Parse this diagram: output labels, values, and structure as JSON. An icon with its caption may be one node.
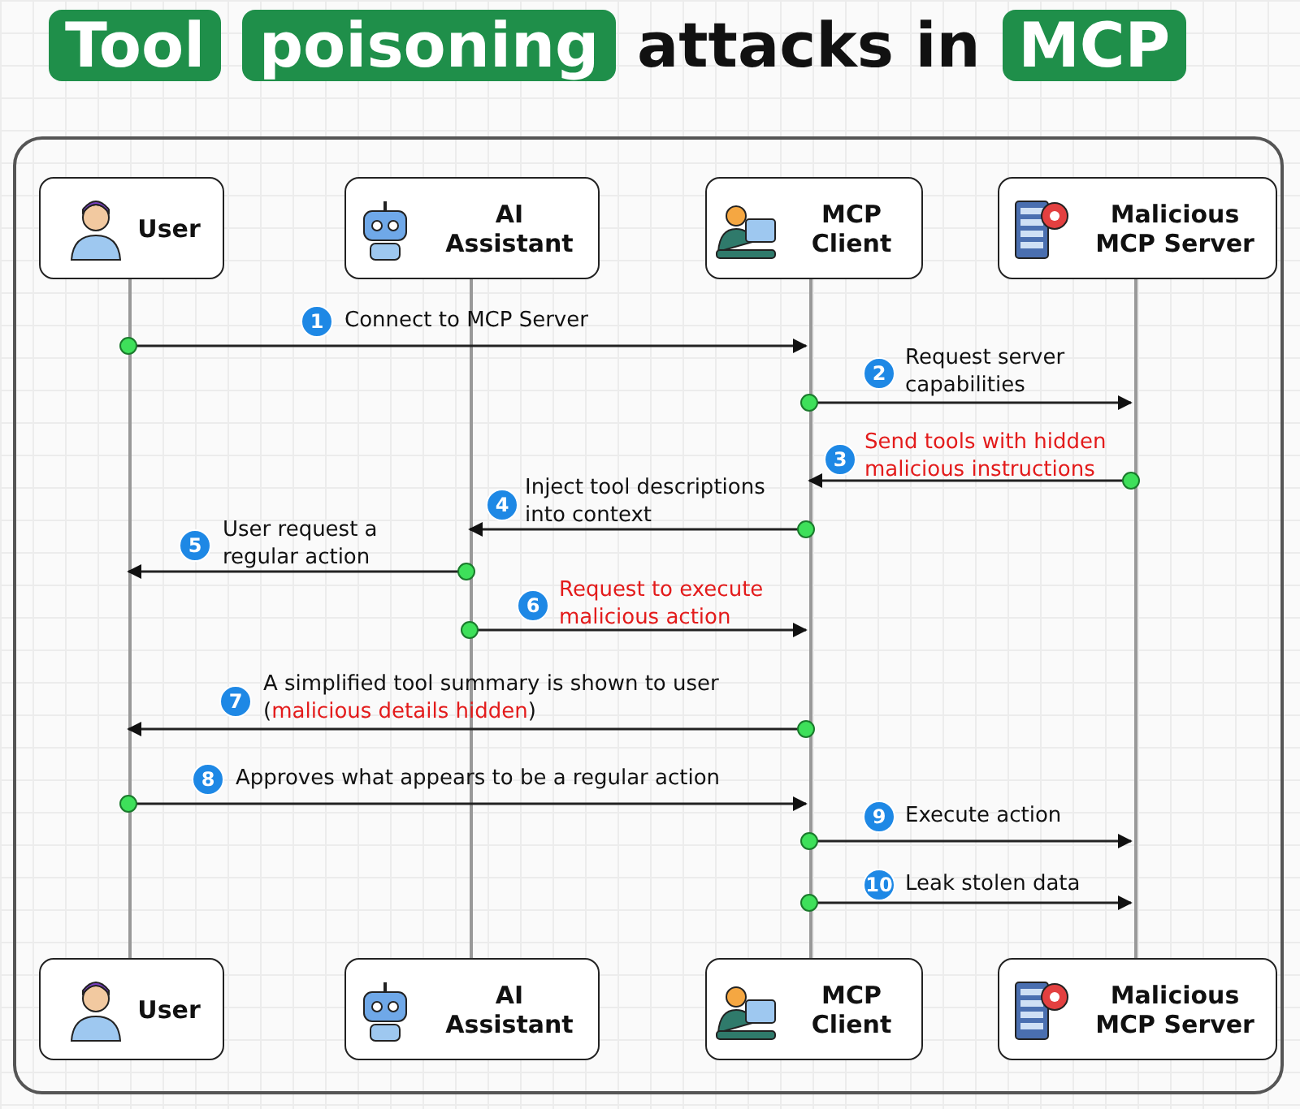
{
  "diagram": {
    "title": "Tool poisoning attacks in MCP",
    "nodes": [
      {
        "text": [
          "User"
        ]
      },
      {
        "text": [
          "AI Assistant"
        ]
      },
      {
        "text": [
          "MCP Client"
        ]
      },
      {
        "text": [
          "Malicious MCP Server"
        ]
      },
      {
        "text": [],
        "shape": "bar"
      },
      {
        "text": [],
        "shape": "bar"
      },
      {
        "text": [],
        "shape": "bar"
      },
      {
        "text": [],
        "shape": "bar"
      },
      {
        "text": [
          "User"
        ]
      },
      {
        "text": [
          "AI Assistant"
        ]
      },
      {
        "text": [
          "MCP Client"
        ]
      },
      {
        "text": [
          "Malicious MCP Server"
        ]
      }
    ],
    "edges": [
      {
        "from": 4,
        "to": 6,
        "arrow": "to",
        "label": "Connect to MCP Server"
      },
      {
        "from": 6,
        "to": 7,
        "arrow": "to",
        "label": "Request server capabilities"
      },
      {
        "from": 7,
        "to": 6,
        "arrow": "to",
        "label": "Send tools with hidden malicious instructions"
      },
      {
        "from": 6,
        "to": 5,
        "arrow": "to",
        "label": "Inject tool descriptions into context"
      },
      {
        "from": 5,
        "to": 4,
        "arrow": "to",
        "label": "User request a regular action"
      },
      {
        "from": 5,
        "to": 6,
        "arrow": "to",
        "label": "Request to execute malicious action"
      },
      {
        "from": 6,
        "to": 4,
        "arrow": "to",
        "label": "A simplified tool summary is shown to user (malicious details hidden)"
      },
      {
        "from": 4,
        "to": 6,
        "arrow": "to",
        "label": "Approves what appears to be a regular action"
      },
      {
        "from": 6,
        "to": 7,
        "arrow": "to",
        "label": "Execute action"
      },
      {
        "from": 6,
        "to": 7,
        "arrow": "to",
        "label": "Leak stolen data"
      }
    ],
    "labels": [
      "1",
      "2",
      "3",
      "4",
      "5",
      "6",
      "7",
      "8",
      "9",
      "10"
    ]
  }
}
